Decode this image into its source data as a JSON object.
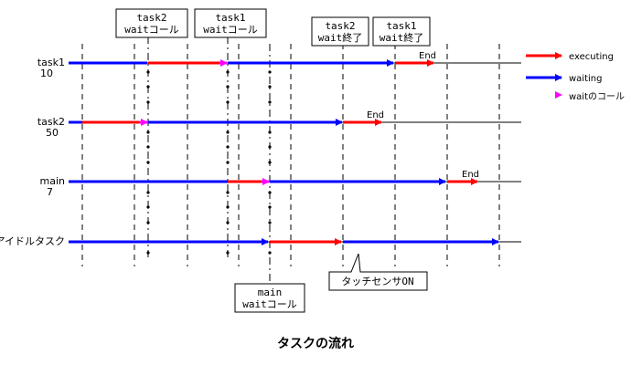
{
  "caption": "タスクの流れ",
  "colors": {
    "executing": "#ff0000",
    "waiting": "#0000ff",
    "wait_call": "#ff00ff",
    "line": "#000000"
  },
  "rows": [
    {
      "name": "task1",
      "priority": "10"
    },
    {
      "name": "task2",
      "priority": "50"
    },
    {
      "name": "main",
      "priority": "7"
    },
    {
      "name": "アイドルタスク",
      "priority": ""
    }
  ],
  "end_label": "End",
  "legend": [
    {
      "label": "executing"
    },
    {
      "label": "waiting"
    },
    {
      "label": "waitのコール"
    }
  ],
  "callouts": [
    {
      "line1": "task2",
      "line2": "waitコール"
    },
    {
      "line1": "task1",
      "line2": "waitコール"
    },
    {
      "line1": "task2",
      "line2": "wait終了"
    },
    {
      "line1": "task1",
      "line2": "wait終了"
    },
    {
      "line1": "main",
      "line2": "waitコール"
    },
    {
      "line1": "タッチセンサON",
      "line2": ""
    }
  ]
}
